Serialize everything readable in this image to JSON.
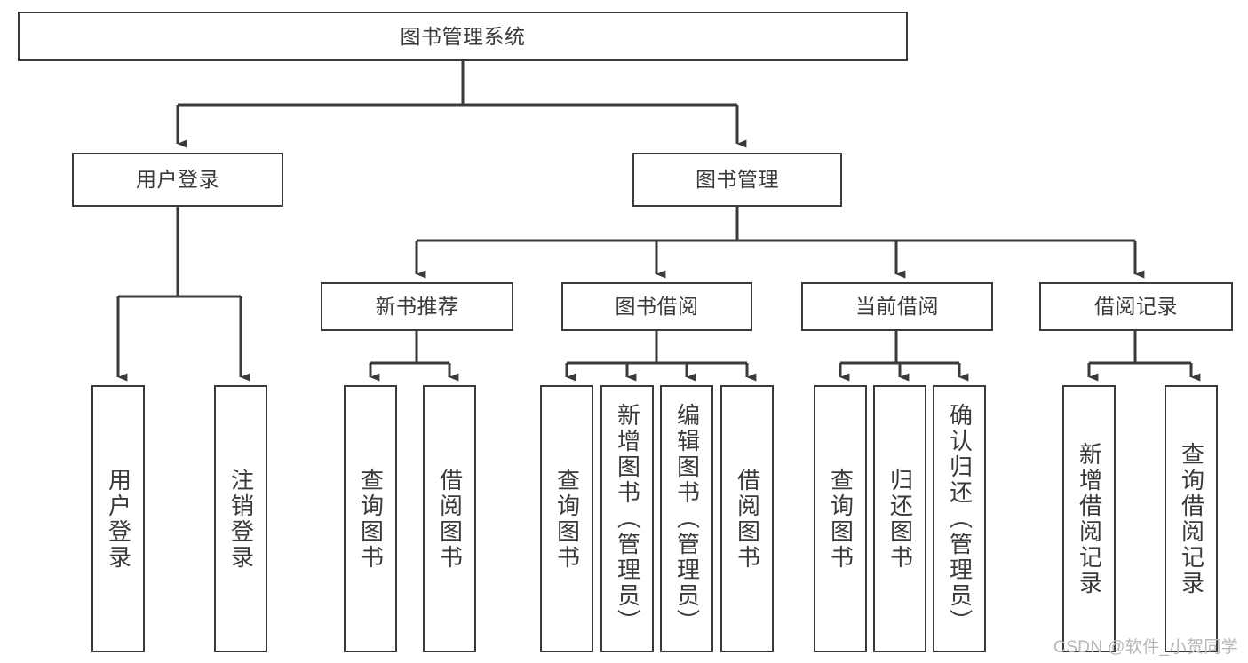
{
  "diagram": {
    "type": "tree",
    "title": "图书管理系统",
    "root": {
      "label": "图书管理系统"
    },
    "level1": [
      {
        "label": "用户登录"
      },
      {
        "label": "图书管理"
      }
    ],
    "level2": [
      {
        "label": "新书推荐"
      },
      {
        "label": "图书借阅"
      },
      {
        "label": "当前借阅"
      },
      {
        "label": "借阅记录"
      }
    ],
    "leaves": {
      "user_login": [
        {
          "label": "用户登录"
        },
        {
          "label": "注销登录"
        }
      ],
      "new_book_recommend": [
        {
          "label": "查询图书"
        },
        {
          "label": "借阅图书"
        }
      ],
      "book_borrow": [
        {
          "label": "查询图书"
        },
        {
          "label": "新增图书（管理员）"
        },
        {
          "label": "编辑图书（管理员）"
        },
        {
          "label": "借阅图书"
        }
      ],
      "current_borrow": [
        {
          "label": "查询图书"
        },
        {
          "label": "归还图书"
        },
        {
          "label": "确认归还（管理员）"
        }
      ],
      "borrow_record": [
        {
          "label": "新增借阅记录"
        },
        {
          "label": "查询借阅记录"
        }
      ]
    }
  },
  "watermark": {
    "text": "CSDN @软件_小贺同学"
  },
  "colors": {
    "stroke": "#3a3a3a",
    "background": "#ffffff",
    "watermark": "#b8b8b8"
  }
}
